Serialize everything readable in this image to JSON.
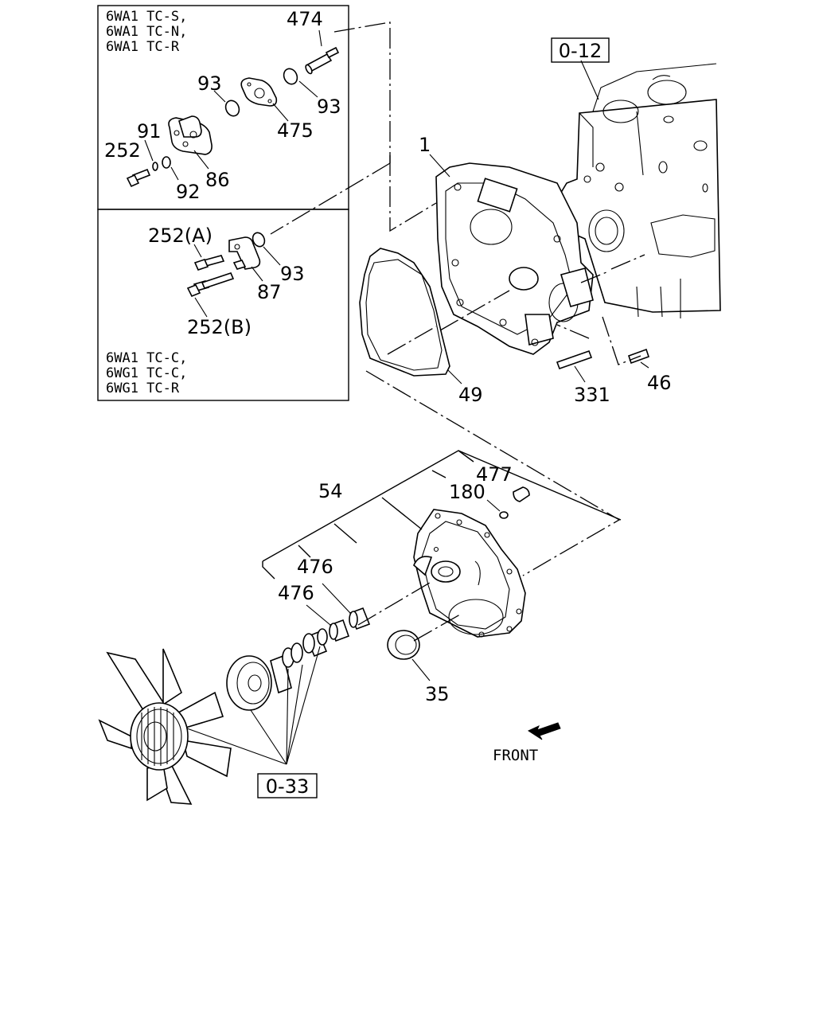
{
  "inset_box_upper": {
    "models": [
      "6WA1 TC-S,",
      "6WA1 TC-N,",
      "6WA1 TC-R"
    ]
  },
  "inset_box_lower": {
    "models": [
      "6WA1 TC-C,",
      "6WG1 TC-C,",
      "6WG1 TC-R"
    ]
  },
  "ref_boxes": {
    "engine": "0-12",
    "fan": "0-33"
  },
  "callouts": {
    "p474": "474",
    "p93a": "93",
    "p93b": "93",
    "p475": "475",
    "p91": "91",
    "p252": "252",
    "p86": "86",
    "p92": "92",
    "p252a": "252(A)",
    "p93c": "93",
    "p87": "87",
    "p252b": "252(B)",
    "p1": "1",
    "p49": "49",
    "p331": "331",
    "p46": "46",
    "p477": "477",
    "p54": "54",
    "p180": "180",
    "p476a": "476",
    "p476b": "476",
    "p35": "35"
  },
  "direction": {
    "label": "FRONT",
    "icon": "front-arrow-icon"
  }
}
